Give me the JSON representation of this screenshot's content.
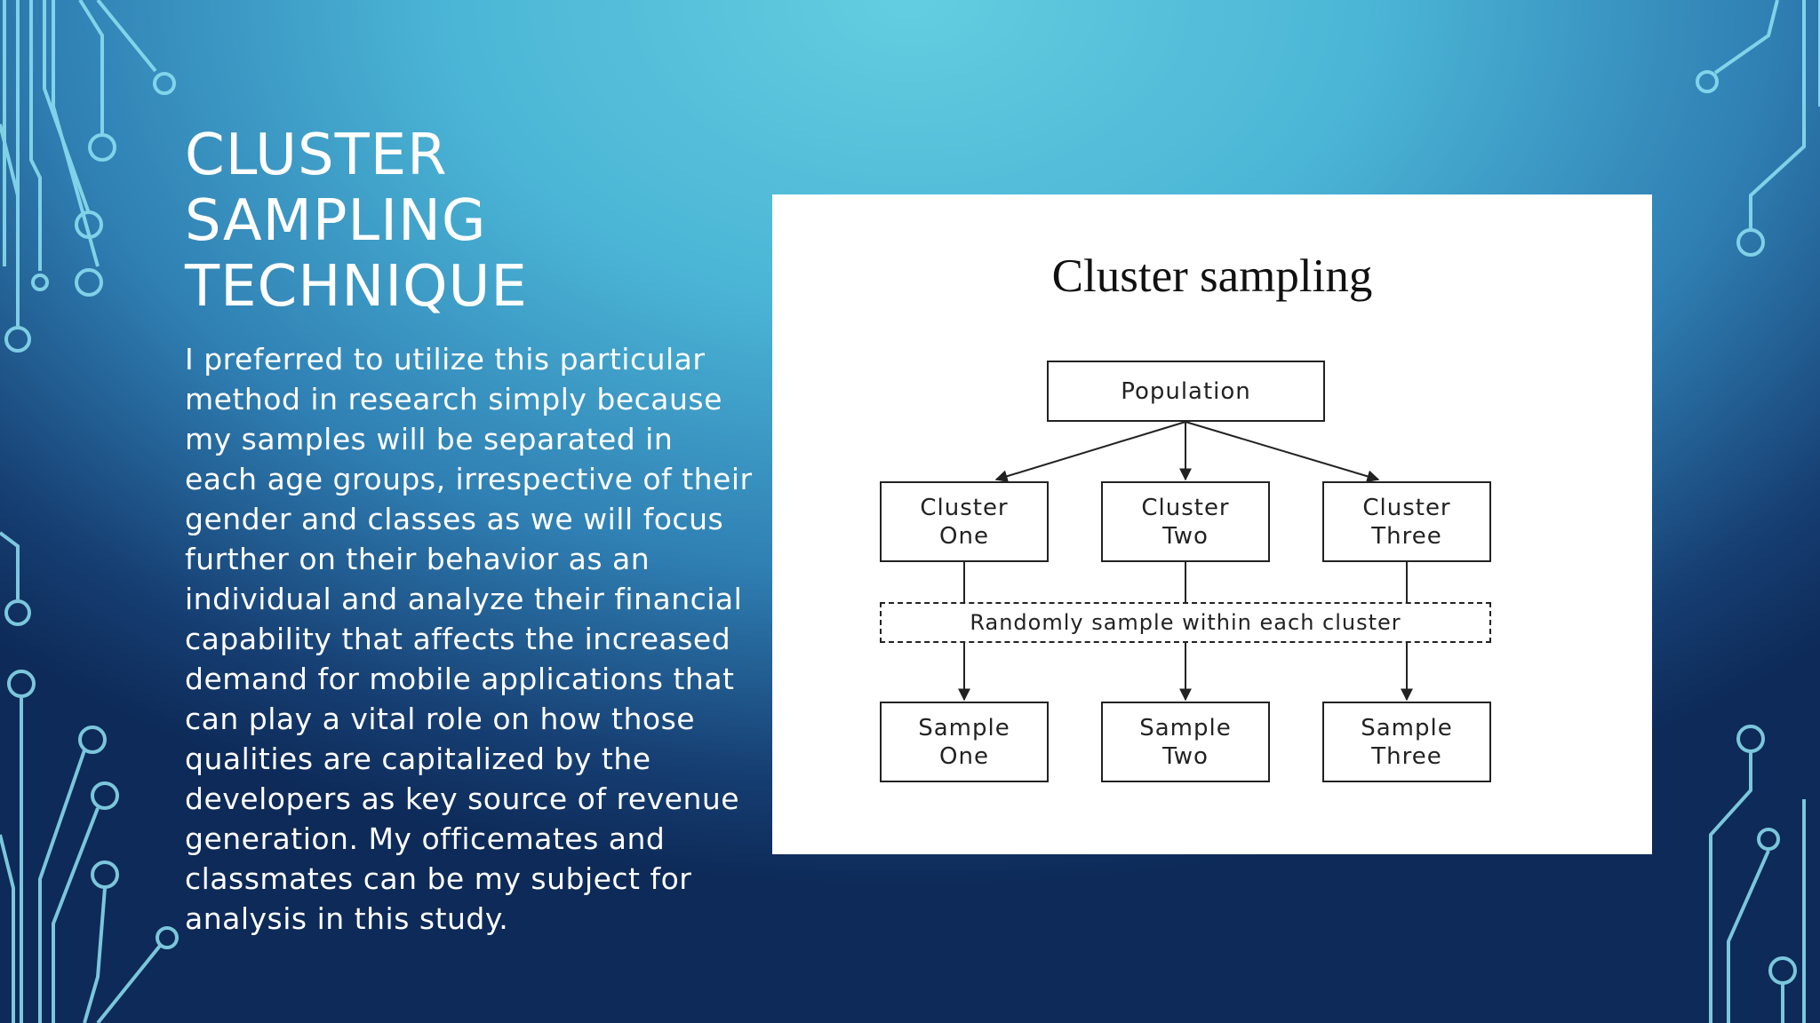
{
  "slide": {
    "title_lines": [
      "CLUSTER",
      "SAMPLING",
      "TECHNIQUE"
    ],
    "body": "I preferred to utilize this particular method in research simply because my samples will be separated in each age groups, irrespective of their gender and classes as we will focus further on their behavior as an individual and analyze their financial capability that affects the increased demand for mobile applications that can play a vital role on how those qualities are capitalized by the developers as key source of revenue generation. My officemates and classmates can be my subject for analysis in this study."
  },
  "diagram": {
    "title": "Cluster sampling",
    "root": "Population",
    "clusters": [
      "Cluster\nOne",
      "Cluster\nTwo",
      "Cluster\nThree"
    ],
    "process": "Randomly sample within each cluster",
    "samples": [
      "Sample\nOne",
      "Sample\nTwo",
      "Sample\nThree"
    ]
  },
  "colors": {
    "background_top": "#63cde0",
    "background_bottom": "#0d2a58",
    "circuit_lines": "#8fe0f0",
    "text": "#ffffff"
  }
}
